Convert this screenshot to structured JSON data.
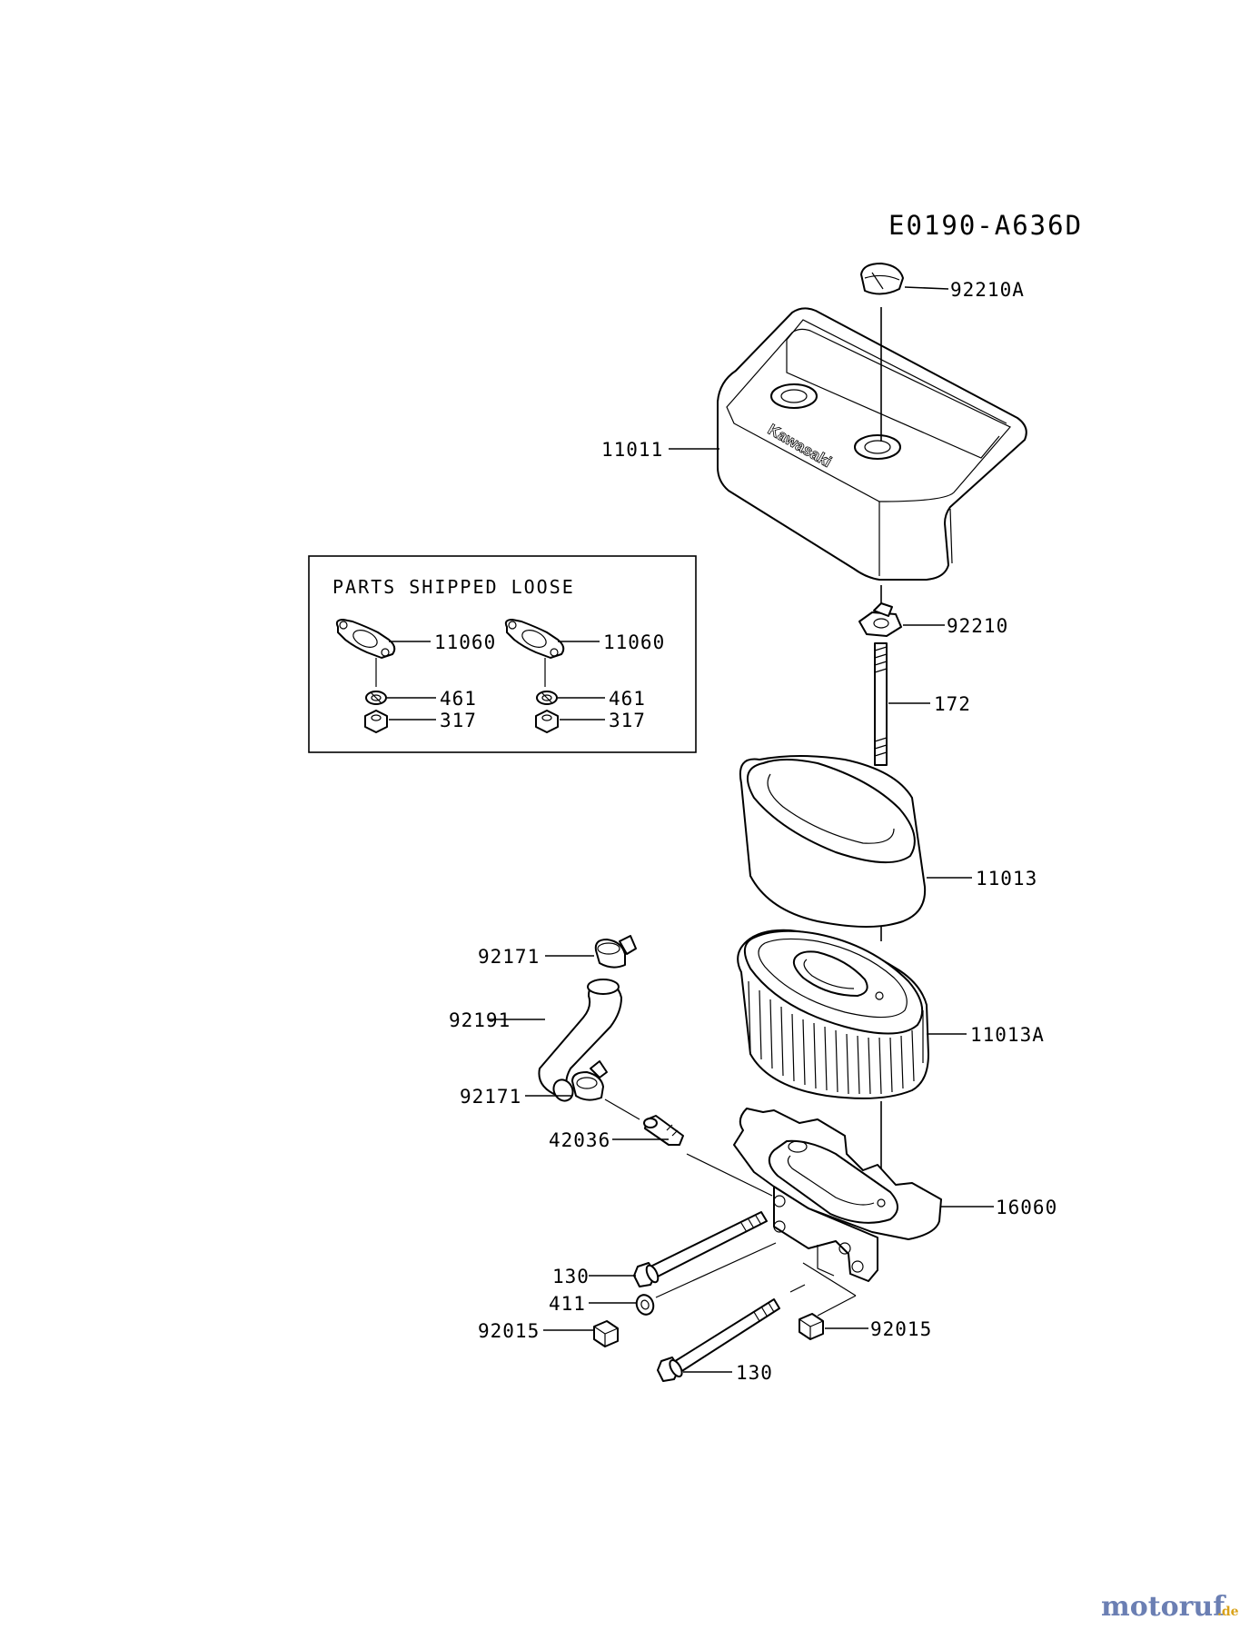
{
  "diagram": {
    "code": "E0190-A636D",
    "loose_parts_title": "PARTS SHIPPED LOOSE",
    "brand_on_cover": "Kawasaki",
    "watermark": {
      "main": "motoruf",
      "suffix": ".de"
    },
    "callouts": {
      "p92210A": "92210A",
      "p11011": "11011",
      "p92210": "92210",
      "p172": "172",
      "p11013": "11013",
      "p11013A": "11013A",
      "p16060": "16060",
      "p92171_top": "92171",
      "p92191": "92191",
      "p92171_bot": "92171",
      "p42036": "42036",
      "p130_left": "130",
      "p411": "411",
      "p92015_left": "92015",
      "p92015_right": "92015",
      "p130_bottom": "130",
      "loose_11060_a": "11060",
      "loose_11060_b": "11060",
      "loose_461_a": "461",
      "loose_461_b": "461",
      "loose_317_a": "317",
      "loose_317_b": "317"
    },
    "colors": {
      "line": "#000000",
      "watermark_main": "#6b7fb3",
      "watermark_dot": "#d9a21a"
    }
  }
}
